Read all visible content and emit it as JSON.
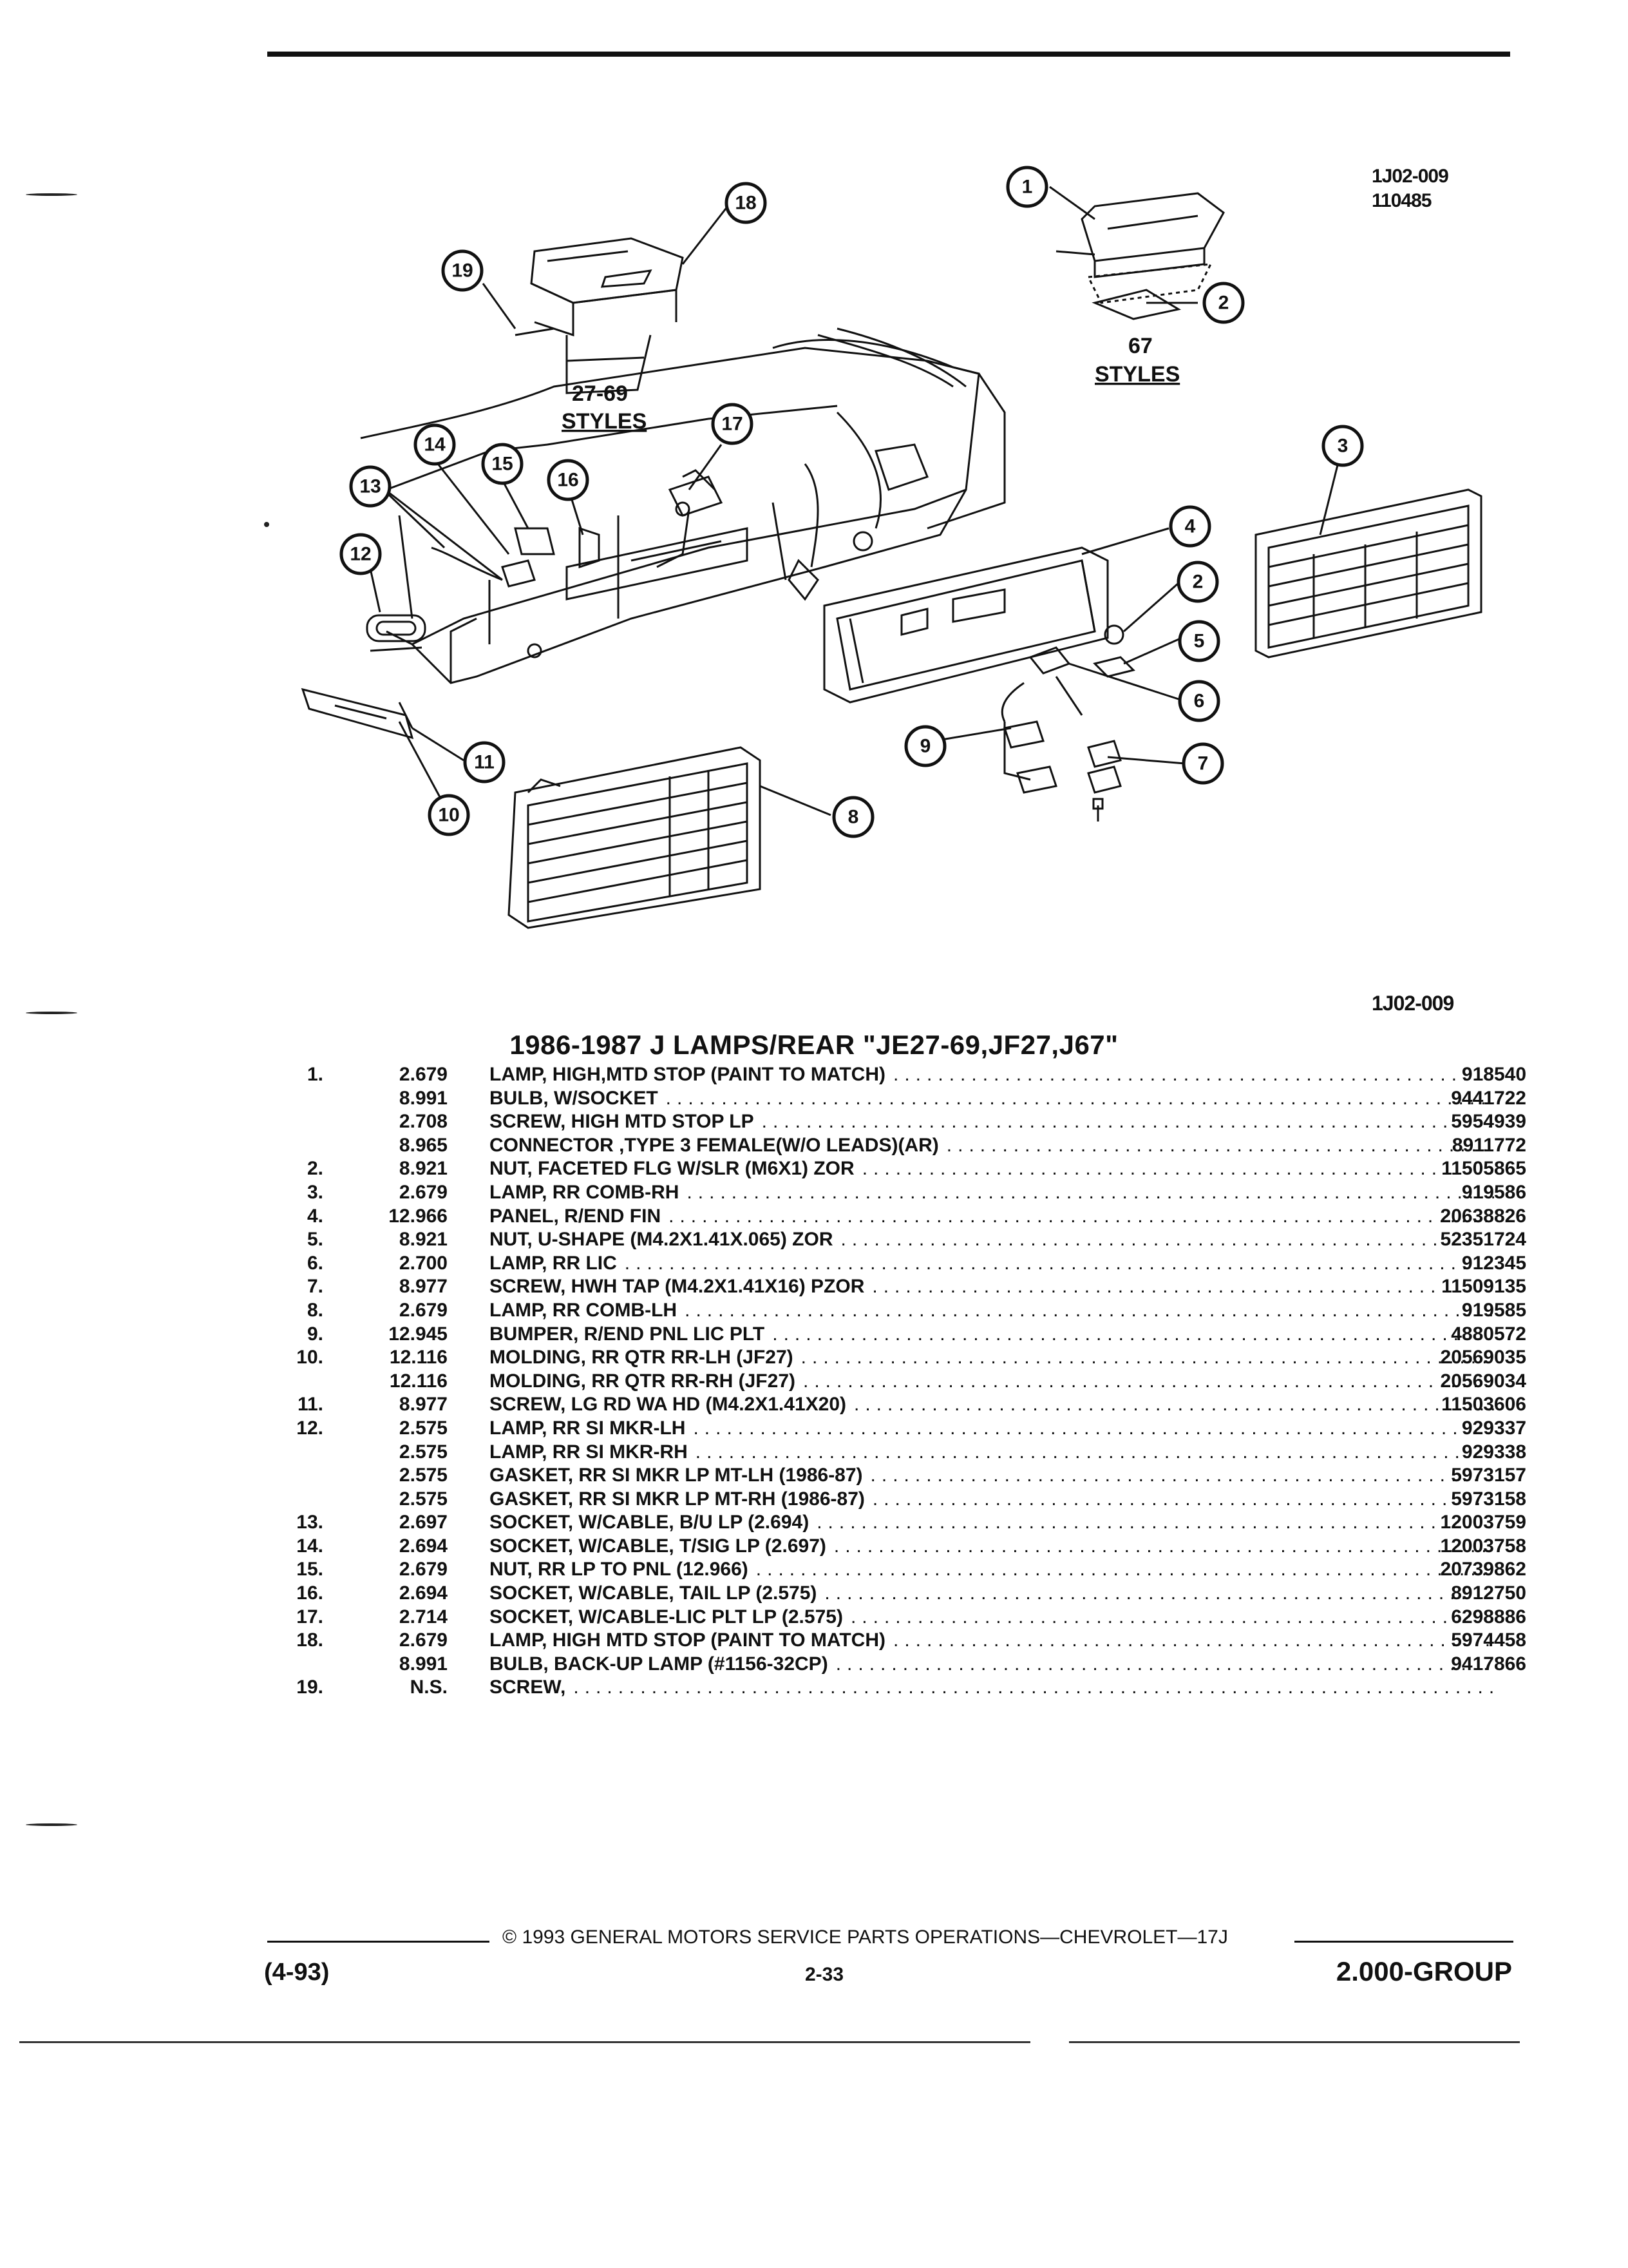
{
  "header": {
    "ref_code": "1J02-009",
    "date_code": "110485"
  },
  "diagram": {
    "label_styles_a_num": "27-69",
    "label_styles_a_word": "STYLES",
    "label_styles_b_num": "67",
    "label_styles_b_word": "STYLES",
    "callouts": [
      "1",
      "2",
      "3",
      "4",
      "2",
      "5",
      "6",
      "7",
      "8",
      "9",
      "10",
      "11",
      "12",
      "13",
      "14",
      "15",
      "16",
      "17",
      "18",
      "19"
    ],
    "ref_code_bottom": "1J02-009"
  },
  "section": {
    "title": "1986-1987 J LAMPS/REAR \"JE27-69,JF27,J67\""
  },
  "parts": [
    {
      "ref": "1.",
      "group": "2.679",
      "name": "LAMP",
      "desc": ", HIGH,MTD STOP (PAINT TO MATCH)",
      "part": "918540"
    },
    {
      "ref": "",
      "group": "8.991",
      "name": "BULB",
      "desc": ", W/SOCKET",
      "part": "9441722"
    },
    {
      "ref": "",
      "group": "2.708",
      "name": "SCREW",
      "desc": ", HIGH MTD STOP LP",
      "part": "5954939"
    },
    {
      "ref": "",
      "group": "8.965",
      "name": "CONNECTOR",
      "desc": " ,TYPE 3 FEMALE(W/O LEADS)(AR)",
      "part": "8911772"
    },
    {
      "ref": "2.",
      "group": "8.921",
      "name": "NUT",
      "desc": ", FACETED FLG W/SLR (M6X1) ZOR",
      "part": "11505865"
    },
    {
      "ref": "3.",
      "group": "2.679",
      "name": "LAMP",
      "desc": ", RR COMB-RH",
      "part": "919586"
    },
    {
      "ref": "4.",
      "group": "12.966",
      "name": "PANEL",
      "desc": ", R/END FIN",
      "part": "20638826"
    },
    {
      "ref": "5.",
      "group": "8.921",
      "name": "NUT",
      "desc": ", U-SHAPE (M4.2X1.41X.065) ZOR",
      "part": "52351724"
    },
    {
      "ref": "6.",
      "group": "2.700",
      "name": "LAMP",
      "desc": ", RR LIC",
      "part": "912345"
    },
    {
      "ref": "7.",
      "group": "8.977",
      "name": "SCREW",
      "desc": ", HWH TAP (M4.2X1.41X16) PZOR",
      "part": "11509135"
    },
    {
      "ref": "8.",
      "group": "2.679",
      "name": "LAMP",
      "desc": ", RR COMB-LH",
      "part": "919585"
    },
    {
      "ref": "9.",
      "group": "12.945",
      "name": "BUMPER",
      "desc": ", R/END PNL LIC PLT",
      "part": "4880572"
    },
    {
      "ref": "10.",
      "group": "12.116",
      "name": "MOLDING",
      "desc": ", RR QTR RR-LH (JF27)",
      "part": "20569035"
    },
    {
      "ref": "",
      "group": "12.116",
      "name": "MOLDING",
      "desc": ", RR QTR RR-RH (JF27)",
      "part": "20569034"
    },
    {
      "ref": "11.",
      "group": "8.977",
      "name": "SCREW",
      "desc": ", LG RD WA HD (M4.2X1.41X20)",
      "part": "11503606"
    },
    {
      "ref": "12.",
      "group": "2.575",
      "name": "LAMP",
      "desc": ", RR SI MKR-LH",
      "part": "929337"
    },
    {
      "ref": "",
      "group": "2.575",
      "name": "LAMP",
      "desc": ", RR SI MKR-RH",
      "part": "929338"
    },
    {
      "ref": "",
      "group": "2.575",
      "name": "GASKET",
      "desc": ", RR SI MKR LP MT-LH (1986-87)",
      "part": "5973157"
    },
    {
      "ref": "",
      "group": "2.575",
      "name": "GASKET",
      "desc": ", RR SI MKR LP MT-RH (1986-87)",
      "part": "5973158"
    },
    {
      "ref": "13.",
      "group": "2.697",
      "name": "SOCKET",
      "desc": ", W/CABLE, B/U LP (2.694)",
      "part": "12003759"
    },
    {
      "ref": "14.",
      "group": "2.694",
      "name": "SOCKET",
      "desc": ", W/CABLE, T/SIG LP (2.697)",
      "part": "12003758"
    },
    {
      "ref": "15.",
      "group": "2.679",
      "name": "NUT",
      "desc": ", RR LP TO PNL (12.966)",
      "part": "20739862"
    },
    {
      "ref": "16.",
      "group": "2.694",
      "name": "SOCKET",
      "desc": ", W/CABLE, TAIL LP (2.575)",
      "part": "8912750"
    },
    {
      "ref": "17.",
      "group": "2.714",
      "name": "SOCKET",
      "desc": ", W/CABLE-LIC PLT LP (2.575)",
      "part": "6298886"
    },
    {
      "ref": "18.",
      "group": "2.679",
      "name": "LAMP",
      "desc": ", HIGH MTD STOP (PAINT TO MATCH)",
      "part": "5974458"
    },
    {
      "ref": "",
      "group": "8.991",
      "name": "BULB",
      "desc": ", BACK-UP LAMP (#1156-32CP)",
      "part": "9417866"
    },
    {
      "ref": "19.",
      "group": "N.S.",
      "name": "SCREW",
      "desc": ",",
      "part": ""
    }
  ],
  "footer": {
    "copyright": "© 1993 GENERAL MOTORS SERVICE PARTS OPERATIONS—CHEVROLET—17J",
    "date": "(4-93)",
    "page": "2-33",
    "group": "2.000-GROUP"
  }
}
